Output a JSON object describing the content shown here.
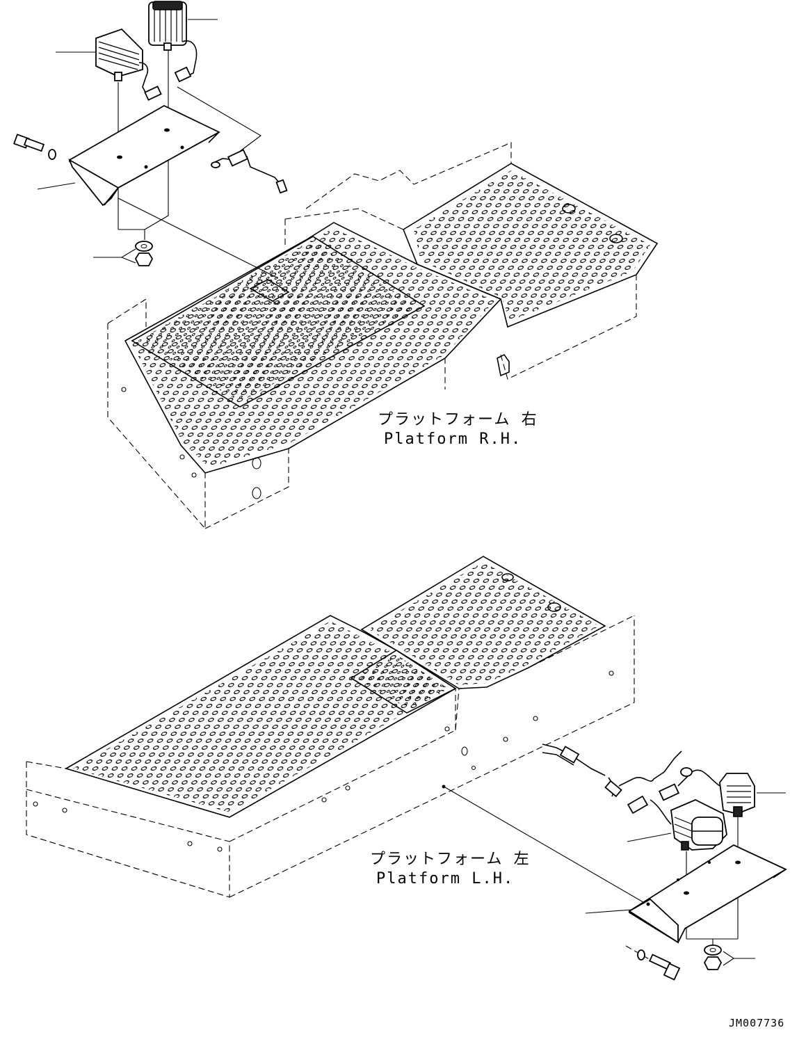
{
  "platform_right": {
    "label_jp": "プラットフォーム 右",
    "label_en": "Platform R.H."
  },
  "platform_left": {
    "label_jp": "プラットフォーム 左",
    "label_en": "Platform L.H."
  },
  "drawing_code": "JM007736"
}
